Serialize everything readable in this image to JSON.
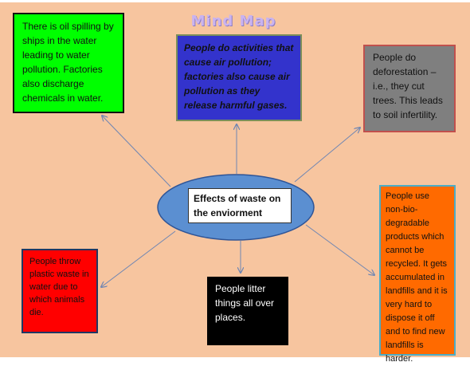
{
  "title": "Mind Map",
  "center": {
    "label": "Effects of waste on the enviorment"
  },
  "nodes": {
    "oil": "There is oil spilling by ships in the water leading to water pollution. Factories also discharge chemicals in water.",
    "air": "People do activities that cause air pollution; factories also cause air pollution as they release harmful gases.",
    "forest": "People do deforestation – i.e., they cut trees. This leads to soil infertility.",
    "nonbio": "People use non-bio-degradable products which cannot be recycled. It gets accumulated in landfills and it is very hard to dispose it off and to find new landfills is harder.",
    "throw": "People throw plastic waste in water due to which animals die.",
    "litter": "People litter things all over places."
  },
  "colors": {
    "background": "#f7c59f",
    "ellipse_fill": "#5b8fd1",
    "arrow": "#6f86b3"
  }
}
